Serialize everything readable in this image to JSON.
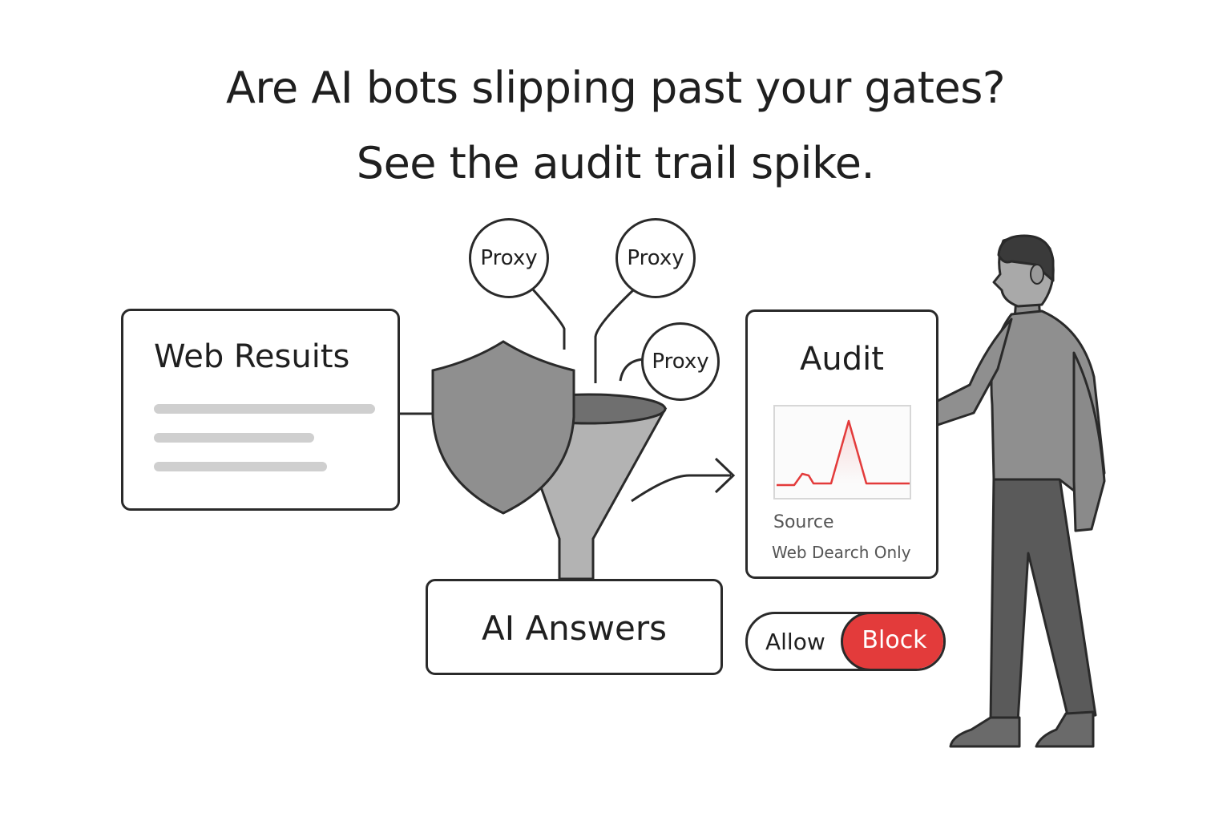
{
  "headline": {
    "line1": "Are AI bots slipping past your gates?",
    "line2": "See the audit trail spike."
  },
  "web_results": {
    "title": "Web Resuits"
  },
  "proxies": [
    {
      "label": "Proxy"
    },
    {
      "label": "Proxy"
    },
    {
      "label": "Proxy"
    }
  ],
  "ai_answers": {
    "label": "AI Answers"
  },
  "audit": {
    "title": "Audit",
    "source_label": "Source",
    "source_value": "Web Dearch Only"
  },
  "toggle": {
    "allow_label": "Allow",
    "block_label": "Block",
    "selected": "Block"
  },
  "colors": {
    "accent": "#e33b3b",
    "stroke": "#2a2a2a",
    "gray_dark": "#555555",
    "gray_mid": "#8f8f8f",
    "gray_light": "#bdbdbd"
  }
}
